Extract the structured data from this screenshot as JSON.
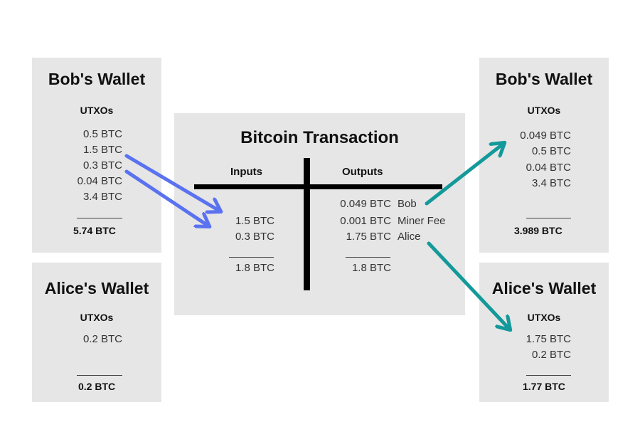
{
  "bob_before": {
    "title": "Bob's Wallet",
    "utxo_heading": "UTXOs",
    "utxos": [
      "0.5 BTC",
      "1.5 BTC",
      "0.3 BTC",
      "0.04 BTC",
      "3.4 BTC"
    ],
    "total": "5.74 BTC"
  },
  "alice_before": {
    "title": "Alice's Wallet",
    "utxo_heading": "UTXOs",
    "utxos": [
      "0.2 BTC"
    ],
    "total": "0.2 BTC"
  },
  "transaction": {
    "title": "Bitcoin Transaction",
    "inputs_heading": "Inputs",
    "outputs_heading": "Outputs",
    "inputs": [
      "1.5 BTC",
      "0.3 BTC"
    ],
    "inputs_total": "1.8 BTC",
    "outputs": [
      {
        "amount": "0.049 BTC",
        "recipient": "Bob"
      },
      {
        "amount": "0.001 BTC",
        "recipient": "Miner Fee"
      },
      {
        "amount": "1.75 BTC",
        "recipient": "Alice"
      }
    ],
    "outputs_total": "1.8 BTC"
  },
  "bob_after": {
    "title": "Bob's Wallet",
    "utxo_heading": "UTXOs",
    "utxos": [
      "0.049 BTC",
      "0.5 BTC",
      "0.04 BTC",
      "3.4 BTC"
    ],
    "total": "3.989 BTC"
  },
  "alice_after": {
    "title": "Alice's Wallet",
    "utxo_heading": "UTXOs",
    "utxos": [
      "1.75 BTC",
      "0.2 BTC"
    ],
    "total": "1.77 BTC"
  },
  "colors": {
    "panel": "#e6e6e6",
    "input_arrow": "#5a72f0",
    "output_arrow": "#14999a",
    "divider": "#000000"
  }
}
